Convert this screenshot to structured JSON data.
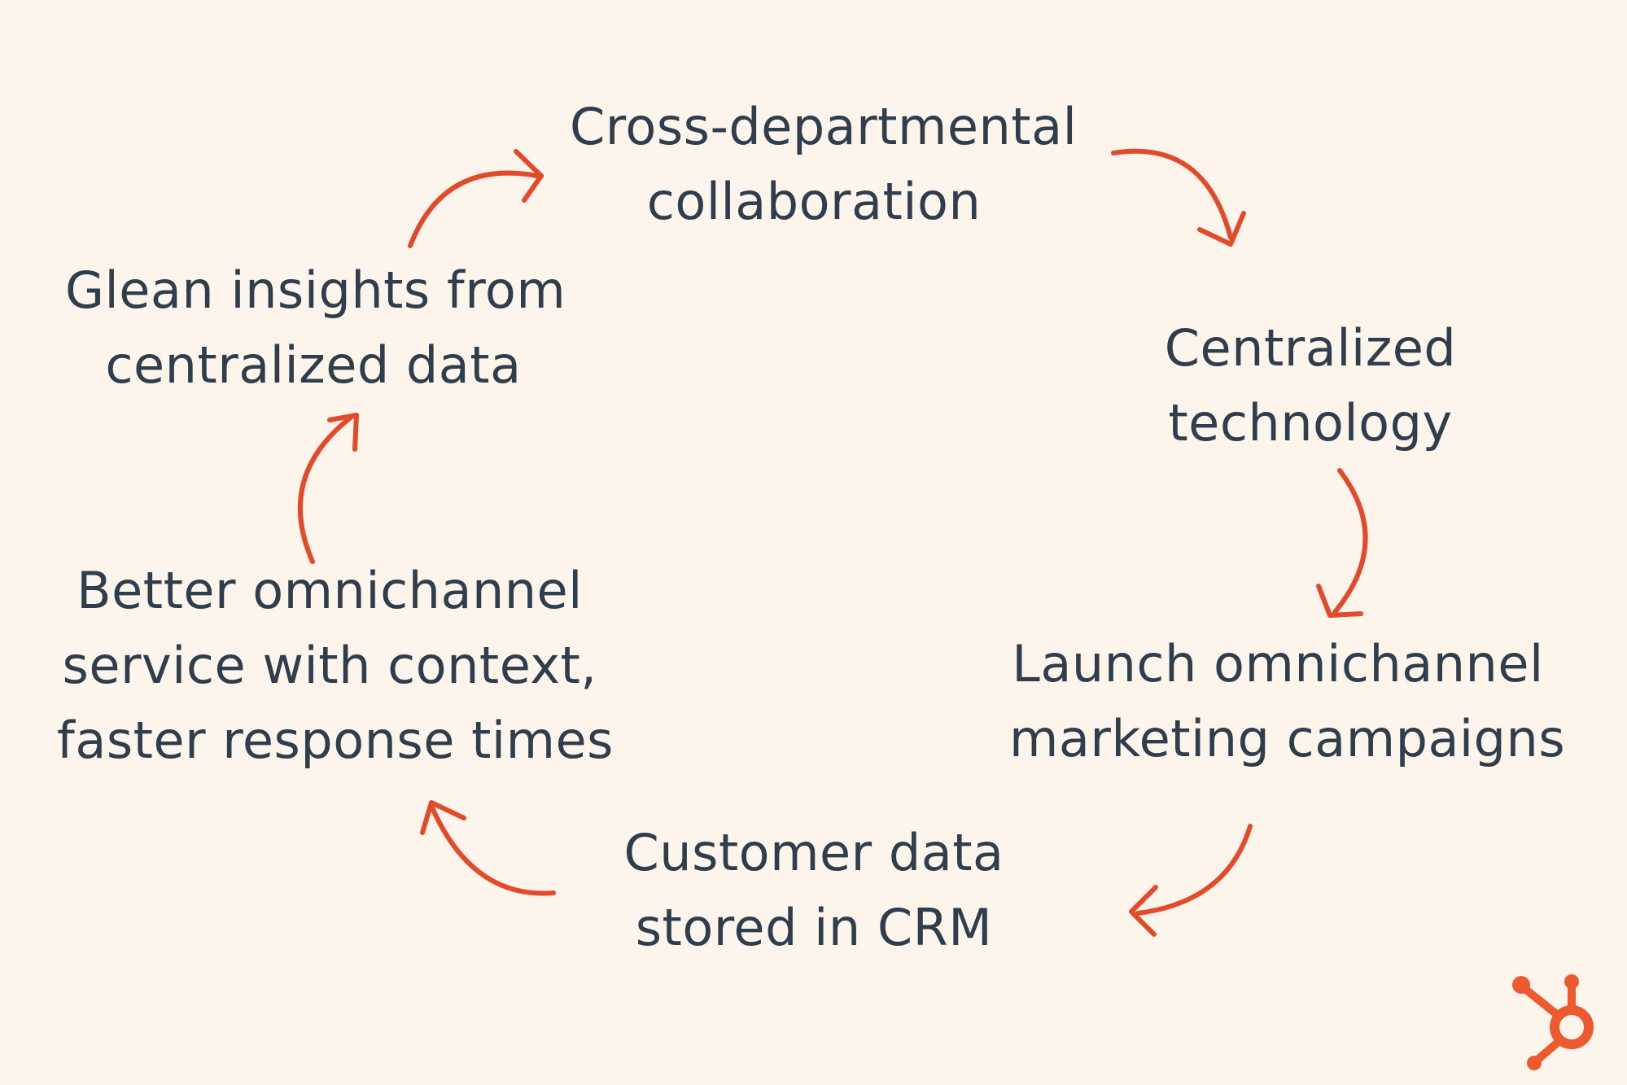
{
  "accent_color": "#e24a2a",
  "text_color": "#2f3e4c",
  "background_color": "#fdf4ec",
  "steps": [
    {
      "line1": "Cross-departmental",
      "line2": "collaboration"
    },
    {
      "line1": "Centralized",
      "line2": "technology"
    },
    {
      "line1": "Launch omnichannel",
      "line2": "marketing campaigns"
    },
    {
      "line1": "Customer data",
      "line2": "stored in CRM"
    },
    {
      "line1": "Better omnichannel",
      "line2": "service with context,",
      "line3": "faster response times"
    },
    {
      "line1": "Glean insights from",
      "line2": "centralized data"
    }
  ],
  "logo_icon": "hubspot-sprocket-icon"
}
